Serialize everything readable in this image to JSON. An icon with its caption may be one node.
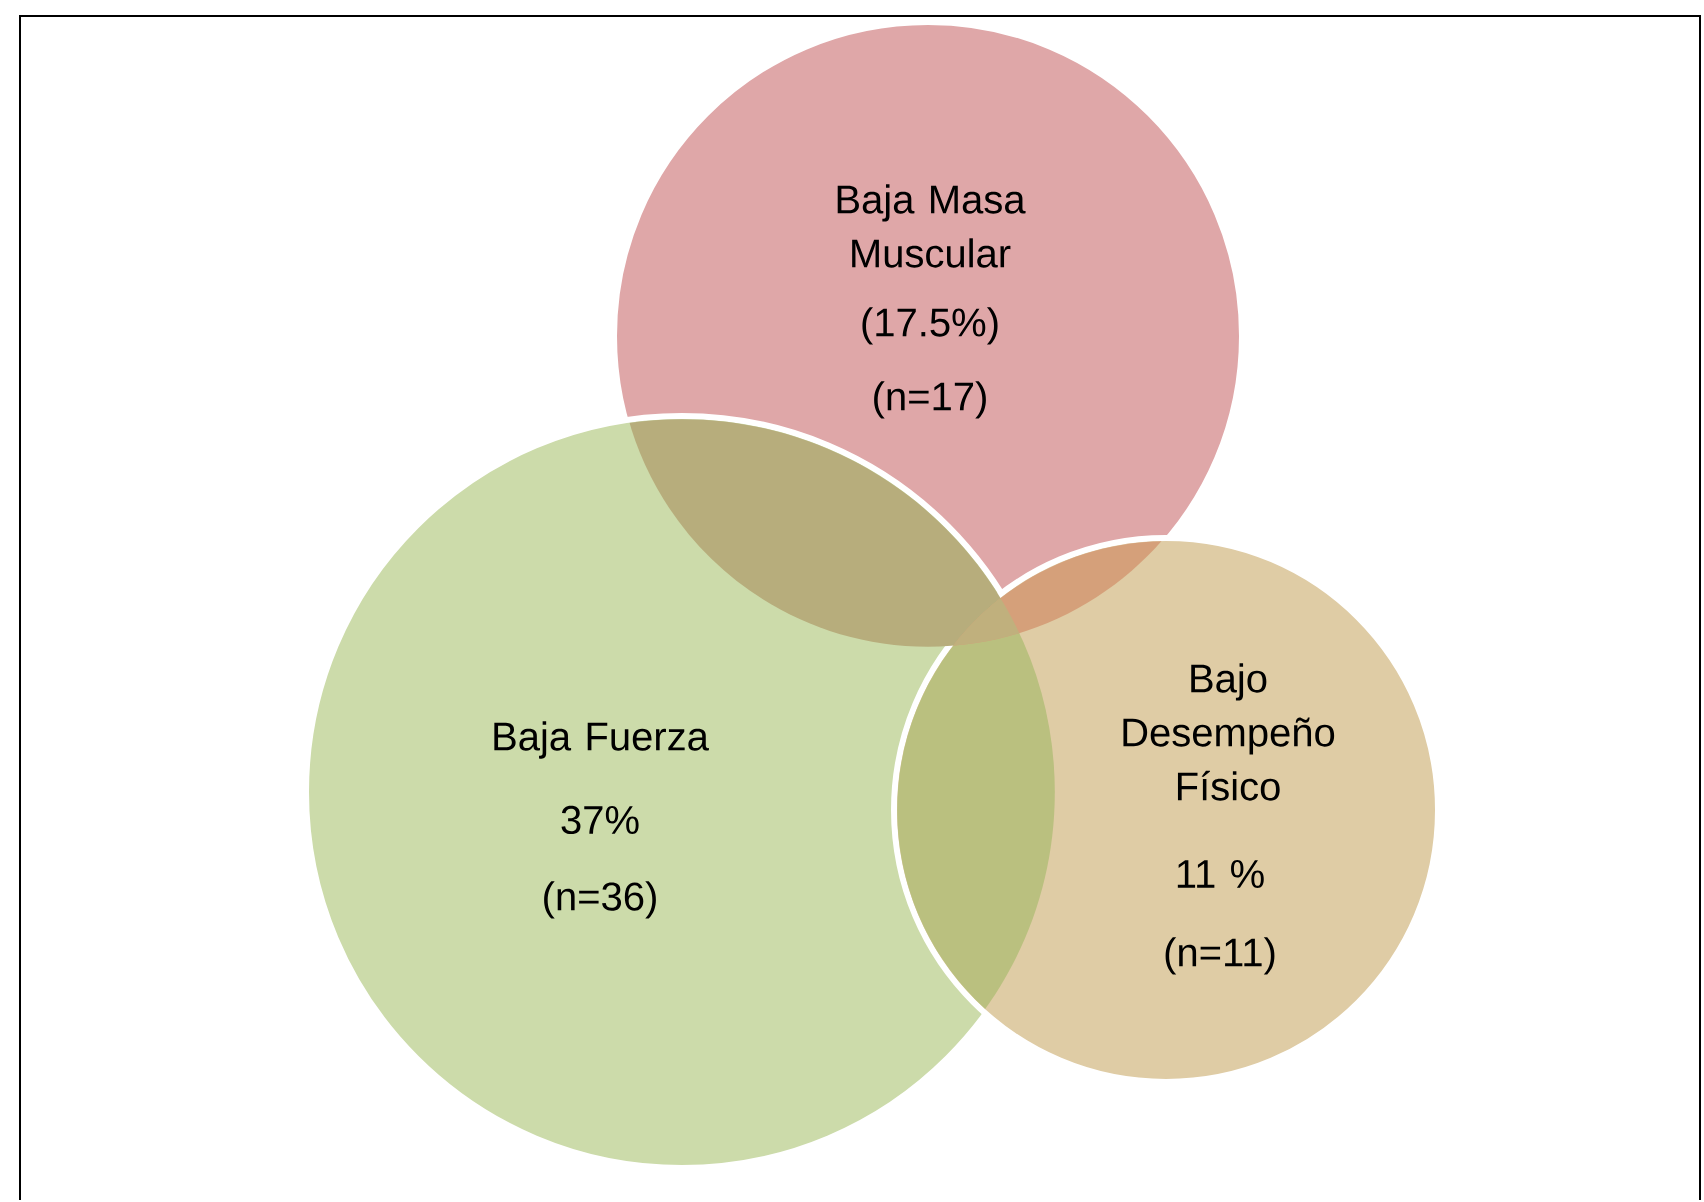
{
  "diagram": {
    "nodes": [
      {
        "text": [
          "Baja Masa Muscular",
          "(17.5%)",
          "(n=17)"
        ]
      },
      {
        "text": [
          "Baja Fuerza",
          "37%",
          "(n=36)"
        ]
      },
      {
        "text": [
          "Bajo Desempeño Físico",
          "11 %",
          "(n=11)"
        ]
      }
    ]
  }
}
